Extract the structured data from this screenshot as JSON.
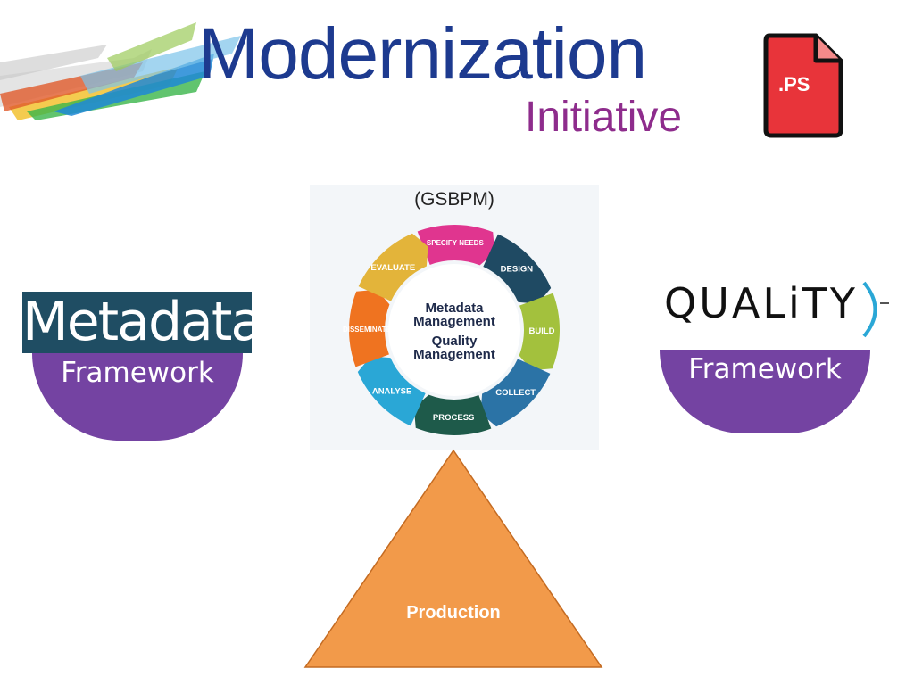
{
  "header": {
    "title": "Modernization",
    "subtitle": "Initiative",
    "file_badge": ".PS",
    "colors": {
      "title": "#1d3a8f",
      "subtitle": "#8e2c8c",
      "badge": "#e8343a"
    }
  },
  "metadata_framework": {
    "word": "Metadata",
    "label": "Framework"
  },
  "quality_framework": {
    "word": "QUALiTY",
    "label": "Framework"
  },
  "gsbpm": {
    "title": "(GSBPM)",
    "center_top": [
      "Metadata",
      "Management"
    ],
    "center_bottom": [
      "Quality",
      "Management"
    ],
    "phases": [
      {
        "label": "SPECIFY NEEDS",
        "color": "#e0358f",
        "icon": "needs-icon"
      },
      {
        "label": "DESIGN",
        "color": "#1f4a63",
        "icon": "lightbulb-icon"
      },
      {
        "label": "BUILD",
        "color": "#a3c13d",
        "icon": "tools-icon"
      },
      {
        "label": "COLLECT",
        "color": "#2b73a6",
        "icon": "inbox-icon"
      },
      {
        "label": "PROCESS",
        "color": "#1e5a4a",
        "icon": "gears-icon"
      },
      {
        "label": "ANALYSE",
        "color": "#2aa7d6",
        "icon": "magnifier-icon"
      },
      {
        "label": "DISSEMINATE",
        "color": "#ef7320",
        "icon": "broadcast-icon"
      },
      {
        "label": "EVALUATE",
        "color": "#e3b43a",
        "icon": "none"
      }
    ]
  },
  "production": {
    "label": "Production",
    "color": "#f29a4a"
  }
}
